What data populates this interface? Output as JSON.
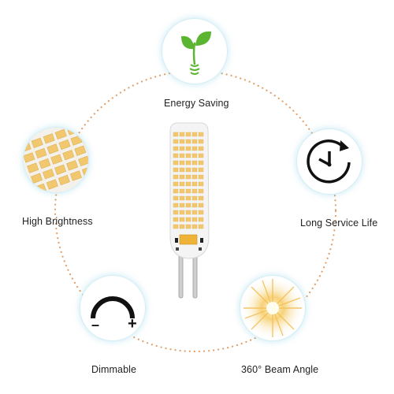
{
  "features": {
    "energy_saving": {
      "label": "Energy Saving",
      "icon": "leaf-bulb-icon"
    },
    "high_brightness": {
      "label": "High Brightness",
      "icon": "led-chip-closeup-icon"
    },
    "long_service_life": {
      "label": "Long Service Life",
      "icon": "clock-icon"
    },
    "dimmable": {
      "label": "Dimmable",
      "icon": "dimmer-arc-icon",
      "minus": "–",
      "plus": "+"
    },
    "beam_angle": {
      "label": "360° Beam Angle",
      "icon": "light-burst-icon"
    }
  },
  "colors": {
    "ring": "#e2a06a",
    "bubble_glow": "#bfe6f0",
    "leaf_green": "#5cb531",
    "led_yellow": "#f2c86e"
  }
}
